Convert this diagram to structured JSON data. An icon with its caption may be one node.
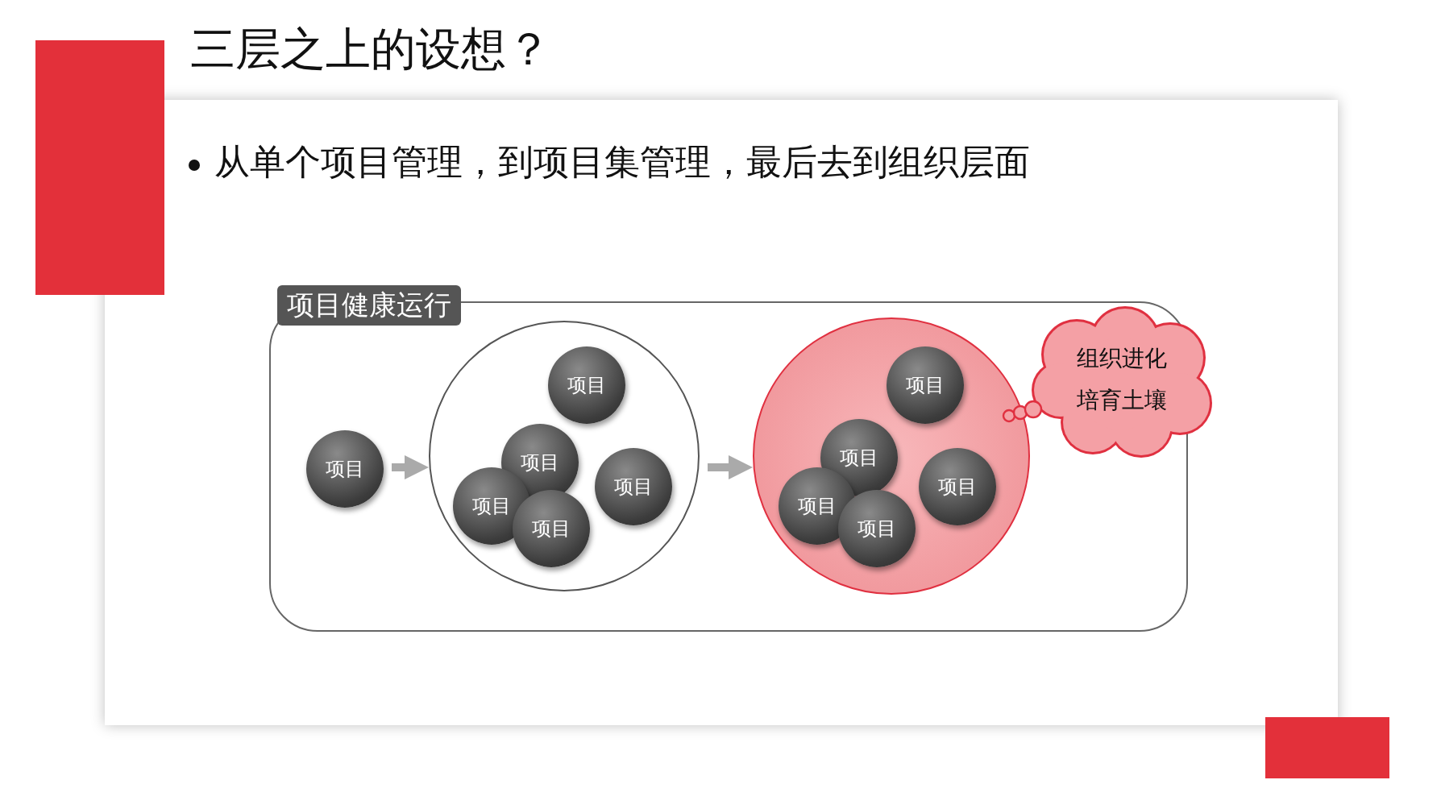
{
  "diagram": {
    "title": "三层之上的设想？",
    "nodes": [
      {
        "text": [
          "项目健康运行"
        ]
      },
      {
        "text": [
          "项目"
        ],
        "in": 0
      },
      {
        "text": [],
        "shape": "circle",
        "in": 0
      },
      {
        "text": [
          "项目"
        ],
        "in": 2
      },
      {
        "text": [
          "项目"
        ],
        "in": 2
      },
      {
        "text": [
          "项目"
        ],
        "in": 2
      },
      {
        "text": [
          "项目"
        ],
        "in": 2
      },
      {
        "text": [
          "项目"
        ],
        "in": 2
      },
      {
        "text": [],
        "shape": "circle",
        "in": 0
      },
      {
        "text": [
          "项目"
        ],
        "in": 8
      },
      {
        "text": [
          "项目"
        ],
        "in": 8
      },
      {
        "text": [
          "项目"
        ],
        "in": 8
      },
      {
        "text": [
          "项目"
        ],
        "in": 8
      },
      {
        "text": [
          "项目"
        ],
        "in": 8
      },
      {
        "text": [
          "组织进化培育土壤"
        ]
      }
    ],
    "edges": [
      {
        "from": 1,
        "to": 2,
        "arrow": "to"
      },
      {
        "from": 2,
        "to": 8,
        "arrow": "to"
      }
    ],
    "labels": [
      "从单个项目管理，到项目集管理，最后去到组织层面"
    ]
  }
}
